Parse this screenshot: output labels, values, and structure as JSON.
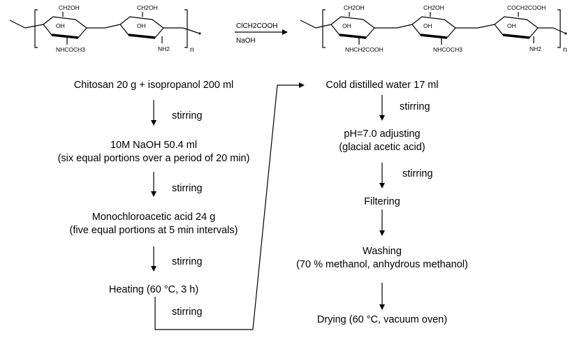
{
  "scheme": {
    "reagent_top": "ClCH2COOH",
    "reagent_bottom": "NaOH",
    "repeat": "n",
    "left": {
      "ring1": {
        "top": "CH2OH",
        "oh": "OH",
        "sub": "NHCOCH3"
      },
      "ring2": {
        "top": "CH2OH",
        "oh": "OH",
        "sub": "NH2"
      }
    },
    "right": {
      "ring1": {
        "top": "CH2OH",
        "oh": "OH",
        "sub": "NHCH2COOH"
      },
      "ring2": {
        "top": "CH2OH",
        "oh": "OH",
        "sub": "NHCOCH3"
      },
      "ring3": {
        "top": "COCH2COOH",
        "oh": "OH",
        "sub": "NH2"
      }
    }
  },
  "flow": {
    "left": [
      {
        "lines": [
          "Chitosan 20 g + isopropanol 200 ml"
        ]
      },
      {
        "lines": [
          "10M NaOH 50.4 ml",
          "(six equal portions over a period of 20 min)"
        ]
      },
      {
        "lines": [
          "Monochloroacetic acid 24 g",
          "(five equal portions at 5 min intervals)"
        ]
      },
      {
        "lines": [
          "Heating (60 °C, 3 h)"
        ]
      }
    ],
    "left_arrows": [
      "stirring",
      "stirring",
      "stirring"
    ],
    "connector_label": "stirring",
    "right": [
      {
        "lines": [
          "Cold distilled water 17 ml"
        ]
      },
      {
        "lines": [
          "pH=7.0 adjusting",
          "(glacial acetic acid)"
        ]
      },
      {
        "lines": [
          "Filtering"
        ]
      },
      {
        "lines": [
          "Washing",
          "(70 % methanol, anhydrous methanol)"
        ]
      },
      {
        "lines": [
          "Drying (60 °C, vacuum oven)"
        ]
      }
    ],
    "right_arrows": [
      "stirring",
      "stirring",
      "",
      ""
    ]
  }
}
